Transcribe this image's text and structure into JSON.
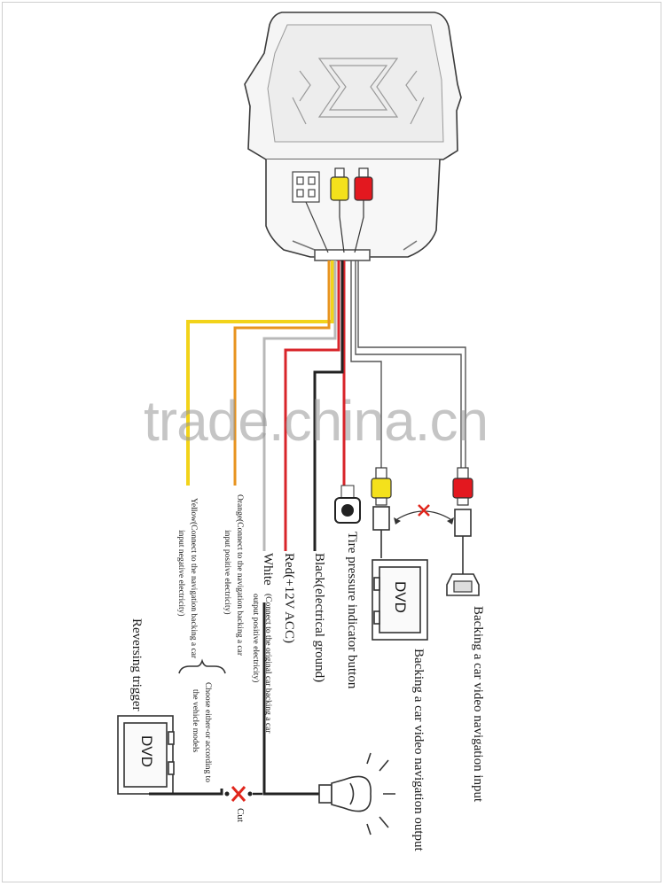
{
  "watermark": "trade.china.cn",
  "colors": {
    "yellow_wire": "#f2d31a",
    "orange_wire": "#e8941f",
    "red_wire": "#d8242a",
    "black_wire": "#222222",
    "white_wire": "#b8b8b8",
    "yellow_rca": "#f4e11c",
    "red_rca": "#e3181f",
    "cut_mark": "#e0261c"
  },
  "labels": {
    "backing_input": "Backing a car video navigation input",
    "backing_output": "Backing a car video navigation output",
    "tire_button": "Tire pressure indicator button",
    "black": "Black(electrical ground)",
    "red": "Red(+12V  ACC)",
    "white_title": "White",
    "white_note_1": "(Connect to the original car backing a car",
    "white_note_2": "output positive electricity)",
    "orange_1": "Orange(Connect to the navigation backing a car",
    "orange_2": "input positive electricity)",
    "yellow_1": "Yellow(Connect to the navigation backing a car",
    "yellow_2": "input negative electricity)",
    "choose_1": "Choose either-or according to",
    "choose_2": "the vehicle models",
    "reversing_trigger": "Reversing trigger",
    "cut": "Cut",
    "dvd": "DVD"
  },
  "icons": [
    "camera-housing",
    "rca-plug-yellow",
    "rca-plug-red",
    "push-button-icon",
    "dvd-unit-icon",
    "lamp-icon",
    "cut-x-icon",
    "brace"
  ]
}
